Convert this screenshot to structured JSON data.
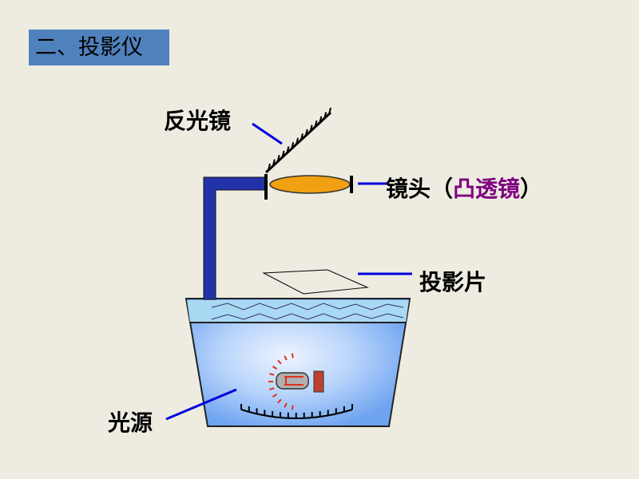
{
  "title": "二、投影仪",
  "labels": {
    "mirror": "反光镜",
    "lens_prefix": "镜头（",
    "lens_type": "凸透镜",
    "lens_suffix": "）",
    "slide": "投影片",
    "light_source": "光源"
  },
  "colors": {
    "background": "#eeece1",
    "title_bg": "#4f81bd",
    "arm": "#2233aa",
    "lens": "#f0a010",
    "leader": "#0000dd",
    "highlight": "#800080"
  }
}
